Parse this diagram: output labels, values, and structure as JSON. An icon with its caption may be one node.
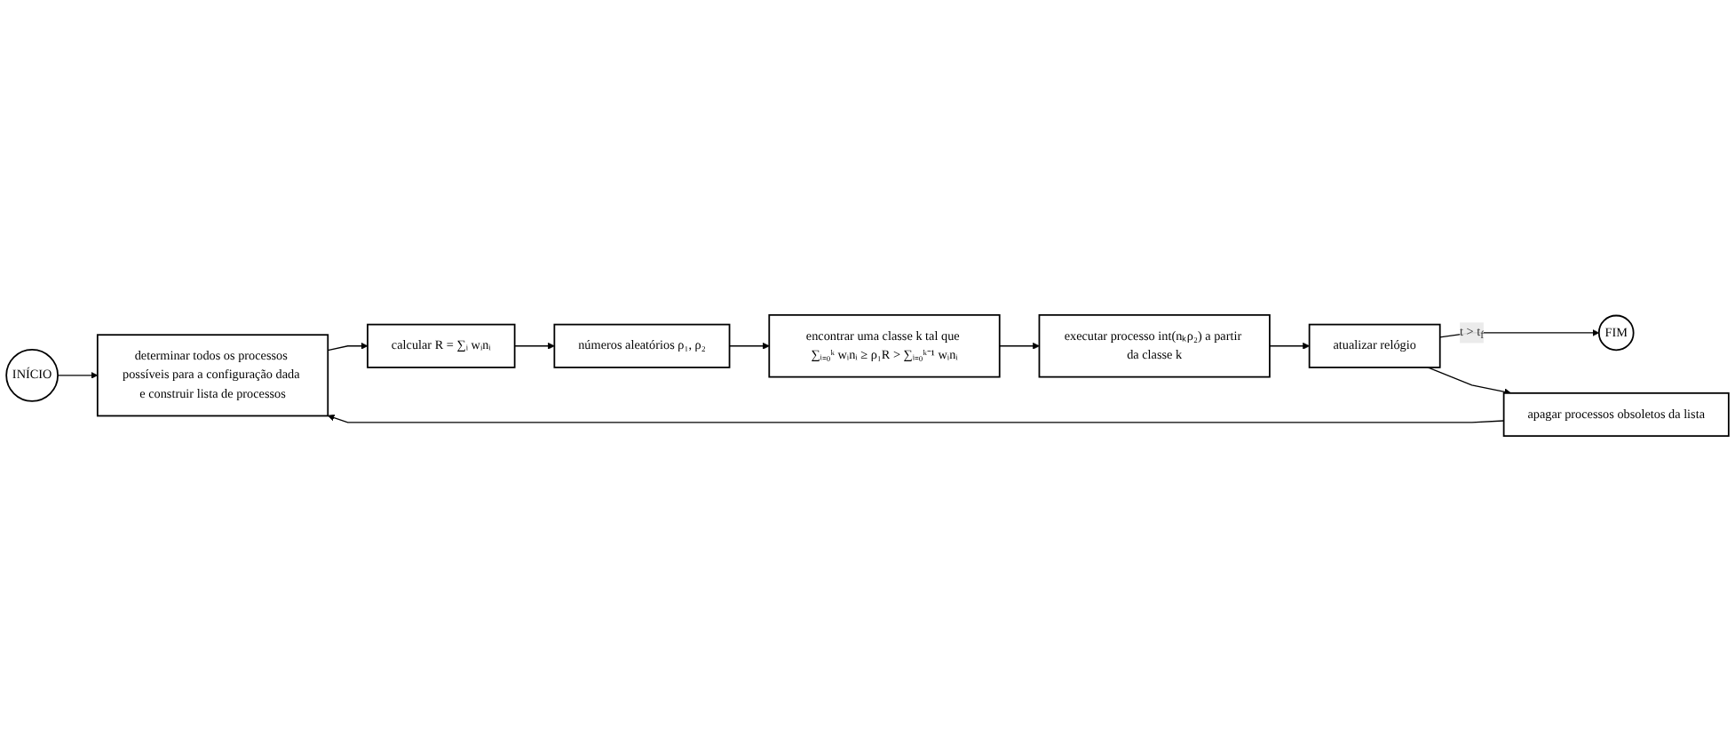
{
  "diagram": {
    "nodes": [
      {
        "text": [
          "INÍCIO"
        ]
      },
      {
        "text": [
          "determinar todos os processos possíveis para a configuração dada e construir lista de processos"
        ]
      },
      {
        "text": [
          "calcular R = ∑ᵢ wᵢnᵢ"
        ]
      },
      {
        "text": [
          "números aleatórios ρ₁, ρ₂"
        ]
      },
      {
        "text": [
          "apagar processos obsoletos da lista"
        ]
      },
      {
        "text": [
          "encontrar uma classe k tal que ∑ᵢ₌₀ᵏ wᵢnᵢ ≥ ρ₁R > ∑ᵢ₌₀ᵏ⁻¹ wᵢnᵢ"
        ]
      },
      {
        "text": [
          "FIM"
        ]
      },
      {
        "text": [
          "atualizar relógio"
        ]
      },
      {
        "text": [
          "executar processo int(nₖρ₂) a partir da classe k"
        ]
      }
    ],
    "edges": [
      {
        "from": 0,
        "to": 1,
        "arrow": "to"
      },
      {
        "from": 1,
        "to": 2,
        "arrow": "to"
      },
      {
        "from": 2,
        "to": 3,
        "arrow": "to"
      },
      {
        "from": 3,
        "to": 5,
        "arrow": "to"
      },
      {
        "from": 5,
        "to": 8,
        "arrow": "to"
      },
      {
        "from": 8,
        "to": 7,
        "arrow": "to"
      },
      {
        "from": 7,
        "to": 6,
        "arrow": "to",
        "label": "t > t$_{f}$"
      },
      {
        "from": 7,
        "to": 4,
        "arrow": "to"
      },
      {
        "from": 4,
        "to": 1,
        "arrow": "to"
      }
    ]
  }
}
